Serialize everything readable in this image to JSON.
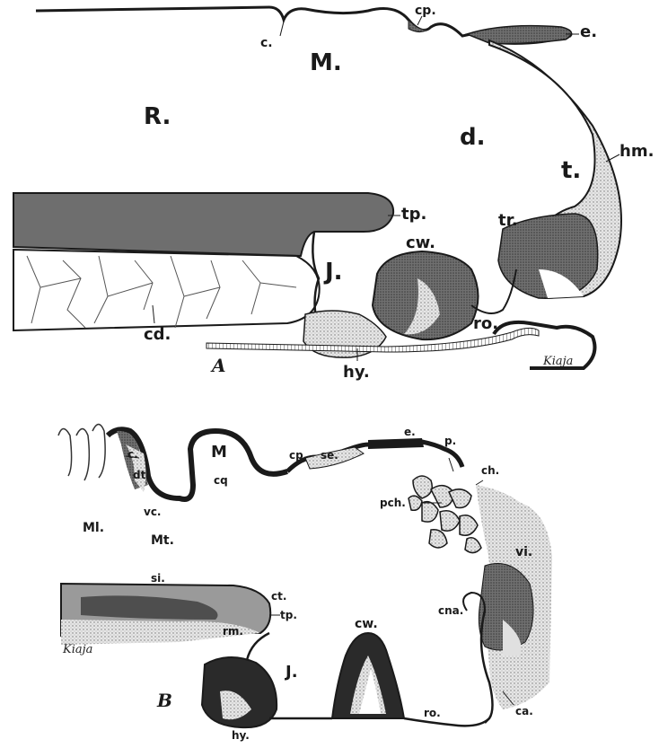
{
  "figure_a": {
    "panel_letter": "A",
    "region_labels": {
      "R": "R.",
      "M": "M.",
      "d": "d.",
      "t": "t.",
      "J": "J."
    },
    "part_labels": {
      "c": "c.",
      "cp": "cp.",
      "e": "e.",
      "hm": "hm.",
      "tp": "tp.",
      "tr": "tr.",
      "cw": "cw.",
      "ro": "ro.",
      "cd": "cd.",
      "hy": "hy."
    },
    "signature": "Kiaja"
  },
  "figure_b": {
    "panel_letter": "B",
    "region_labels": {
      "M": "M",
      "Ml": "Ml.",
      "Mt": "Mt.",
      "J": "J."
    },
    "part_labels": {
      "c": "c.",
      "dt": "dt.",
      "vc": "vc.",
      "cq": "cq",
      "cp": "cp.",
      "se": "se.",
      "e": "e.",
      "p": "p.",
      "ch": "ch.",
      "pch": "pch.",
      "vi": "vi.",
      "si": "si.",
      "ct": "ct.",
      "tp": "tp.",
      "rm": "rm.",
      "cw": "cw.",
      "cna": "cna.",
      "ro": "ro.",
      "ca": "ca.",
      "hy": "hy."
    },
    "signature": "Kiaja"
  },
  "colors": {
    "ink": "#1a1a1a",
    "dark_tissue": "#5a5a5a",
    "mid_tissue": "#8c8c8c",
    "light_tissue": "#cfcfcf",
    "paper": "#ffffff"
  }
}
